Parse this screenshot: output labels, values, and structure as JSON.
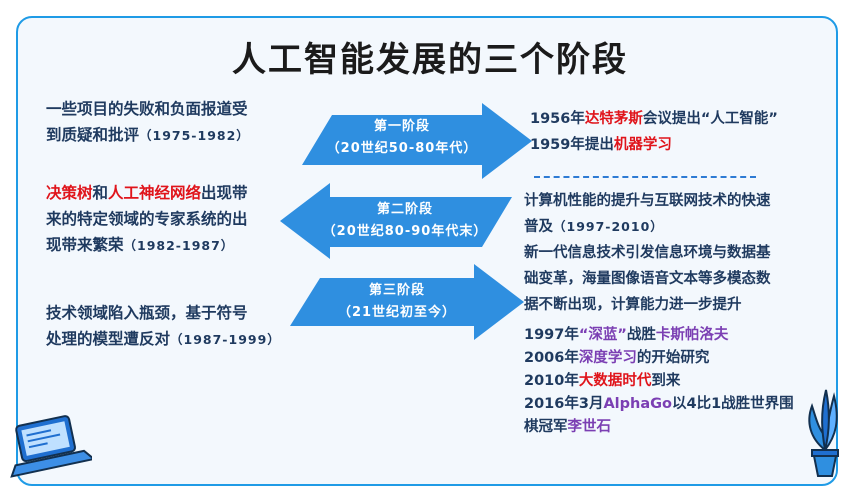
{
  "title": "人工智能发展的三个阶段",
  "stages": [
    {
      "name": "第一阶段",
      "period": "（20世纪50-80年代）"
    },
    {
      "name": "第二阶段",
      "period": "（20世纪80-90年代末）"
    },
    {
      "name": "第三阶段",
      "period": "（21世纪初至今）"
    }
  ],
  "left": {
    "stage1": {
      "line1": "一些项目的失败和负面报道受",
      "line2a": "到质疑和批评",
      "line2b": "（1975-1982）"
    },
    "stage2": {
      "hl1": "决策树",
      "and": "和",
      "hl2": "人工神经网络",
      "rest1": "出现带",
      "line2": "来的特定领域的专家系统的出",
      "line3a": "现带来繁荣",
      "line3b": "（1982-1987）"
    },
    "stage3": {
      "line1": "技术领域陷入瓶颈，基于符号",
      "line2a": "处理的模型遭反对",
      "line2b": "（1987-1999）"
    }
  },
  "right": {
    "stage1": {
      "l1_year": "1956年",
      "l1_hl": "达特茅斯",
      "l1_rest": "会议提出“人工智能”",
      "l2_year": "1959年提出",
      "l2_hl": "机器学习"
    },
    "stage2": {
      "line1": "计算机性能的提升与互联网技术的快速",
      "line2a": "普及",
      "line2b": "（1997-2010）",
      "line3": "新一代信息技术引发信息环境与数据基",
      "line4": "础变革，海量图像语音文本等多模态数",
      "line5": "据不断出现，计算能力进一步提升"
    },
    "stage3": {
      "e1_pre": "1997年",
      "e1_hl": "“深蓝”",
      "e1_mid": "战胜",
      "e1_hl2": "卡斯帕洛夫",
      "e2_pre": "2006年",
      "e2_hl": "深度学习",
      "e2_rest": "的开始研究",
      "e3_pre": "2010年",
      "e3_hl": "大数据时代",
      "e3_rest": "到来",
      "e4_pre": "2016年3月",
      "e4_hl": "AlphaGo",
      "e4_rest": "以4比1战胜世界围",
      "e5_pre": "棋冠军",
      "e5_hl": "李世石"
    }
  },
  "colors": {
    "accent": "#1f9be6",
    "arrow": "#2f8fe0",
    "highlight_red": "#e0141b",
    "highlight_purple": "#7b3fb3",
    "text": "#1f3a5f"
  },
  "icons": [
    "laptop-icon",
    "plant-icon"
  ]
}
